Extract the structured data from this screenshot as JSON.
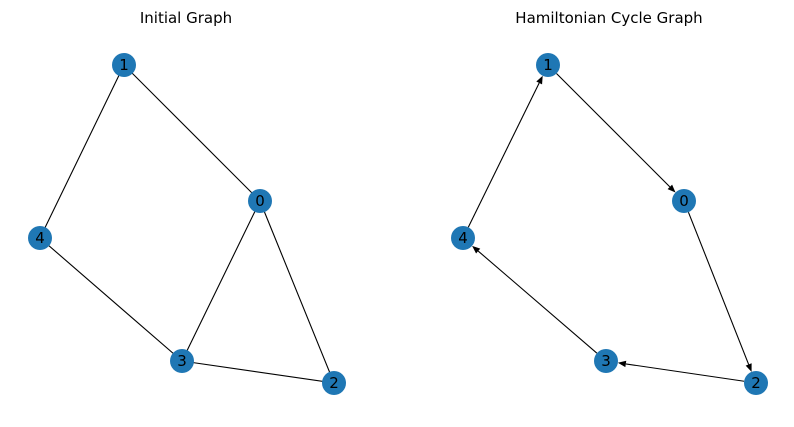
{
  "panels": [
    {
      "title": "Initial Graph",
      "directed": false,
      "nodes": [
        "0",
        "1",
        "2",
        "3",
        "4"
      ],
      "edges": [
        [
          "1",
          "0"
        ],
        [
          "1",
          "4"
        ],
        [
          "0",
          "3"
        ],
        [
          "0",
          "2"
        ],
        [
          "4",
          "3"
        ],
        [
          "3",
          "2"
        ]
      ]
    },
    {
      "title": "Hamiltonian Cycle Graph",
      "directed": true,
      "nodes": [
        "0",
        "1",
        "2",
        "3",
        "4"
      ],
      "edges": [
        [
          "1",
          "0"
        ],
        [
          "0",
          "2"
        ],
        [
          "2",
          "3"
        ],
        [
          "3",
          "4"
        ],
        [
          "4",
          "1"
        ]
      ]
    }
  ],
  "colors": {
    "node_fill": "#1f77b4",
    "edge": "#000000",
    "label": "#000000"
  }
}
